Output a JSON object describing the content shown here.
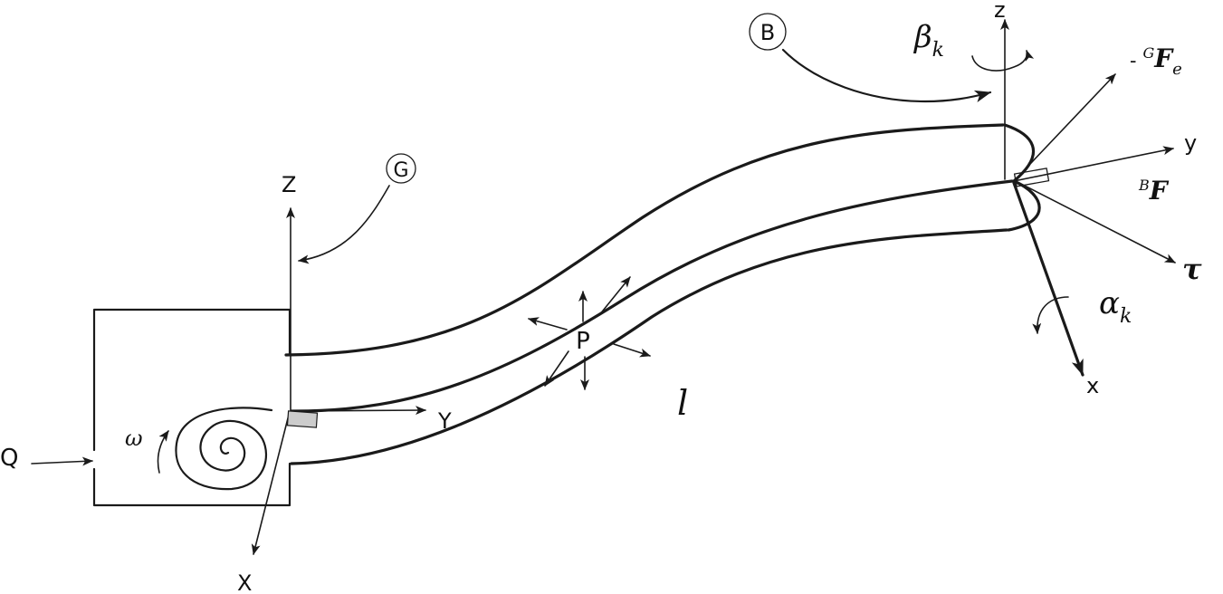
{
  "frames": {
    "global": {
      "circle_label": "G",
      "x_label": "X",
      "y_label": "Y",
      "z_label": "Z"
    },
    "body": {
      "circle_label": "B",
      "x_label": "x",
      "y_label": "y",
      "z_label": "z"
    }
  },
  "labels": {
    "flow": "Q",
    "omega": "ω",
    "pressure": "P",
    "length": "l",
    "beta": {
      "base": "β",
      "sub": "k"
    },
    "alpha": {
      "base": "α",
      "sub": "k"
    },
    "external_force": {
      "prefix": "- ",
      "sup": "G",
      "base": "F",
      "sub": "e"
    },
    "body_force": {
      "sup": "B",
      "base": "F"
    },
    "tau": "τ"
  }
}
